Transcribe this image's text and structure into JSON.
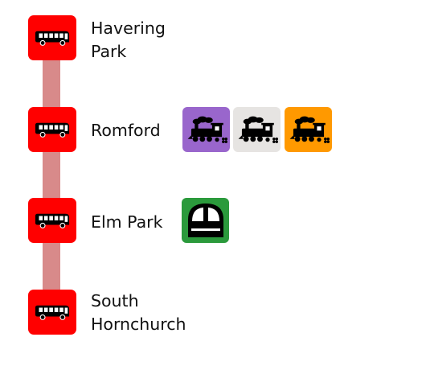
{
  "route": {
    "line_color": "#d88a8a",
    "stops": [
      {
        "name": "Havering\nPark",
        "icon": "bus-icon",
        "icon_bg": "#ff0000",
        "connections": []
      },
      {
        "name": "Romford",
        "icon": "bus-icon",
        "icon_bg": "#ff0000",
        "connections": [
          {
            "icon": "steam-train-icon",
            "bg": "#9966cc"
          },
          {
            "icon": "steam-train-icon",
            "bg": "#e6e4e2"
          },
          {
            "icon": "steam-train-icon",
            "bg": "#ff9900"
          }
        ]
      },
      {
        "name": "Elm Park",
        "icon": "bus-icon",
        "icon_bg": "#ff0000",
        "connections": [
          {
            "icon": "underground-train-icon",
            "bg": "#2b9a3c"
          }
        ]
      },
      {
        "name": "South\nHornchurch",
        "icon": "bus-icon",
        "icon_bg": "#ff0000",
        "connections": []
      }
    ]
  }
}
